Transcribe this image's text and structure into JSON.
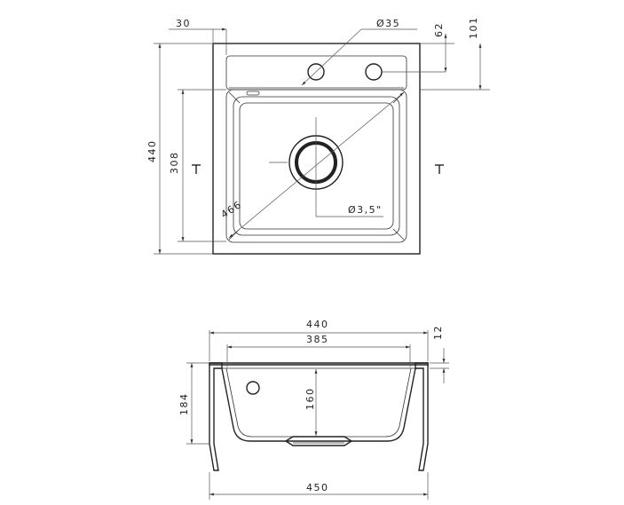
{
  "top_view": {
    "dims": {
      "d30": "30",
      "d35": "Ø35",
      "d62": "62",
      "d101": "101",
      "d440": "440",
      "d308": "308",
      "d466": "466",
      "d35in": "Ø3,5\""
    }
  },
  "side_view": {
    "dims": {
      "d440": "440",
      "d385": "385",
      "d12": "12",
      "d184": "184",
      "d160": "160",
      "d450": "450"
    }
  }
}
